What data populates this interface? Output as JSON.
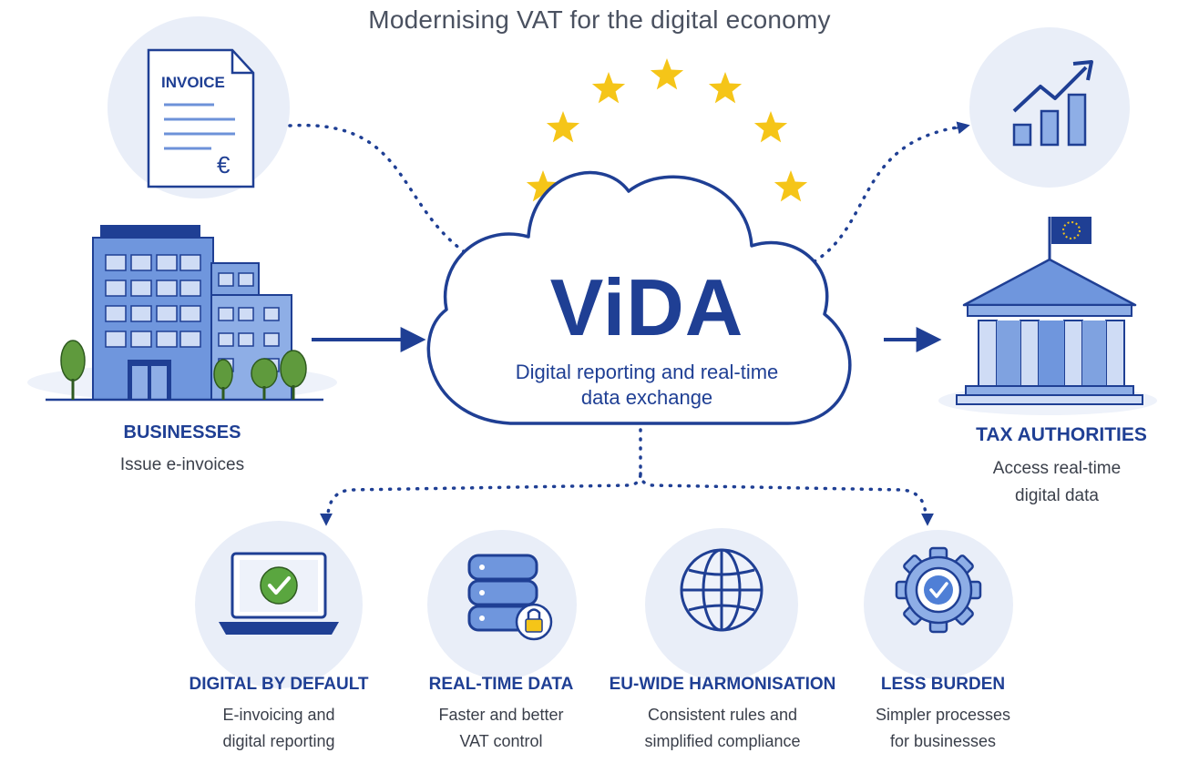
{
  "header": {
    "title": "Modernising VAT for the digital economy"
  },
  "hub": {
    "name": "ViDA",
    "subtitle_line1": "Digital reporting and real-time",
    "subtitle_line2": "data exchange"
  },
  "invoice": {
    "label": "INVOICE",
    "currency": "€"
  },
  "businesses": {
    "title": "BUSINESSES",
    "description": "Issue e-invoices"
  },
  "authorities": {
    "title": "TAX AUTHORITIES",
    "description_line1": "Access real-time",
    "description_line2": "digital data"
  },
  "benefits": [
    {
      "title": "DIGITAL BY DEFAULT",
      "line1": "E-invoicing and",
      "line2": "digital reporting",
      "icon": "laptop-check-icon"
    },
    {
      "title": "REAL-TIME DATA",
      "line1": "Faster and better",
      "line2": "VAT control",
      "icon": "database-lock-icon"
    },
    {
      "title": "EU-WIDE HARMONISATION",
      "line1": "Consistent rules and",
      "line2": "simplified compliance",
      "icon": "globe-icon"
    },
    {
      "title": "LESS BURDEN",
      "line1": "Simpler processes",
      "line2": "for businesses",
      "icon": "gear-check-icon"
    }
  ],
  "colors": {
    "primary": "#1f3f94",
    "accent": "#4f7fd6",
    "soft": "#e9eef8",
    "star": "#f5c518",
    "success": "#5aa63f",
    "tree": "#5f9a3d"
  }
}
